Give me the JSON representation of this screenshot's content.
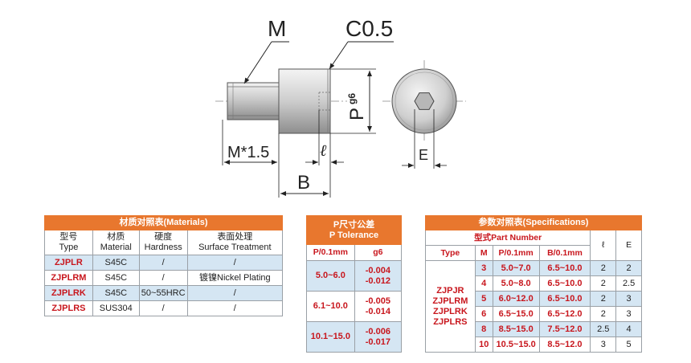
{
  "drawing": {
    "label_m": "M",
    "label_chamfer": "C0.5",
    "label_p": "P",
    "label_p_sub": "g6",
    "label_m15": "M*1.5",
    "label_l": "ℓ",
    "label_b": "B",
    "label_e": "E"
  },
  "materials": {
    "title": "材质对照表(Materials)",
    "headers": [
      {
        "cn": "型号",
        "en": "Type"
      },
      {
        "cn": "材质",
        "en": "Material"
      },
      {
        "cn": "硬度",
        "en": "Hardness"
      },
      {
        "cn": "表面处理",
        "en": "Surface Treatment"
      }
    ],
    "rows": [
      {
        "type": "ZJPLR",
        "material": "S45C",
        "hardness": "/",
        "surface": "/"
      },
      {
        "type": "ZJPLRM",
        "material": "S45C",
        "hardness": "/",
        "surface": "镀镍Nickel Plating"
      },
      {
        "type": "ZJPLRK",
        "material": "S45C",
        "hardness": "50~55HRC",
        "surface": "/"
      },
      {
        "type": "ZJPLRS",
        "material": "SUS304",
        "hardness": "/",
        "surface": "/"
      }
    ]
  },
  "tolerance": {
    "title_cn": "P尺寸公差",
    "title_en": "P Tolerance",
    "headers": [
      "P/0.1mm",
      "g6"
    ],
    "rows": [
      {
        "p": "5.0~6.0",
        "upper": "-0.004",
        "lower": "-0.012"
      },
      {
        "p": "6.1~10.0",
        "upper": "-0.005",
        "lower": "-0.014"
      },
      {
        "p": "10.1~15.0",
        "upper": "-0.006",
        "lower": "-0.017"
      }
    ]
  },
  "specs": {
    "title": "参数对照表(Specifications)",
    "part_number": "型式Part Number",
    "headers": [
      "Type",
      "M",
      "P/0.1mm",
      "B/0.1mm",
      "ℓ",
      "E"
    ],
    "types": [
      "ZJPJR",
      "ZJPLRM",
      "ZJPLRK",
      "ZJPLRS"
    ],
    "rows": [
      {
        "m": "3",
        "p": "5.0~7.0",
        "b": "6.5~10.0",
        "l": "2",
        "e": "2"
      },
      {
        "m": "4",
        "p": "5.0~8.0",
        "b": "6.5~10.0",
        "l": "2",
        "e": "2.5"
      },
      {
        "m": "5",
        "p": "6.0~12.0",
        "b": "6.5~10.0",
        "l": "2",
        "e": "3"
      },
      {
        "m": "6",
        "p": "6.5~15.0",
        "b": "6.5~12.0",
        "l": "2",
        "e": "3"
      },
      {
        "m": "8",
        "p": "8.5~15.0",
        "b": "7.5~12.0",
        "l": "2.5",
        "e": "4"
      },
      {
        "m": "10",
        "p": "10.5~15.0",
        "b": "8.5~12.0",
        "l": "3",
        "e": "5"
      }
    ]
  }
}
